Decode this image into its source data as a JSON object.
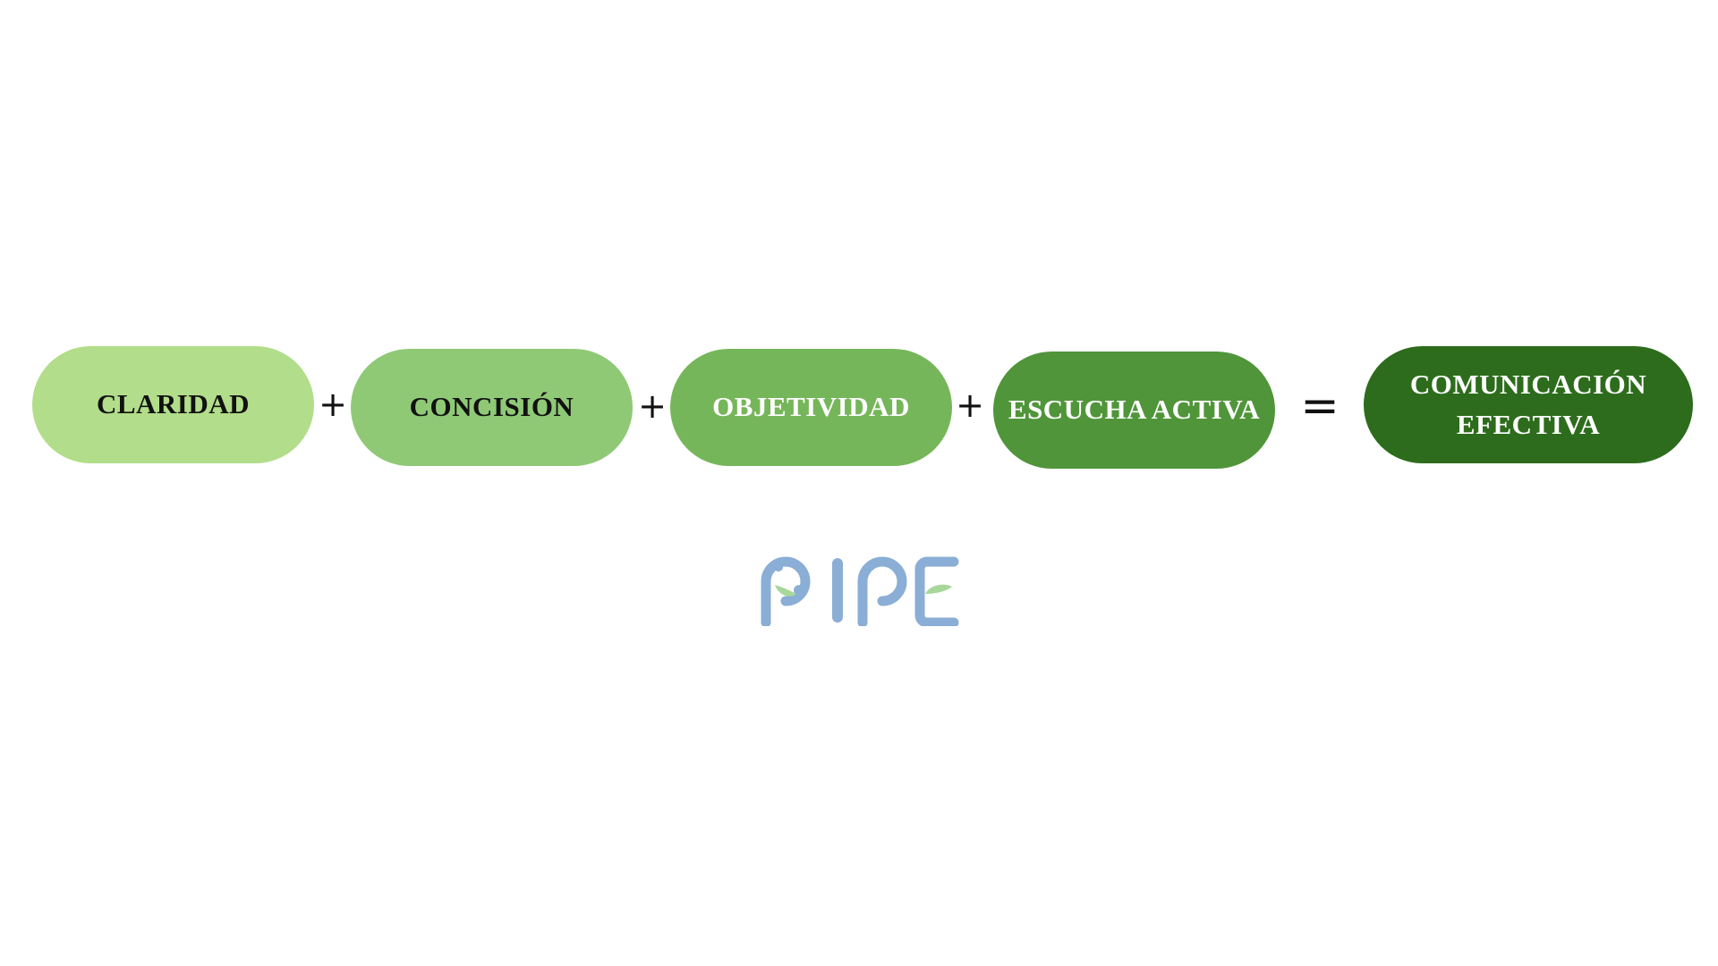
{
  "diagram": {
    "terms": [
      {
        "label": "CLARIDAD",
        "fill": "#b2dd8a",
        "text_color": "#111111"
      },
      {
        "label": "CONCISIÓN",
        "fill": "#8fc976",
        "text_color": "#111111"
      },
      {
        "label": "OBJETIVIDAD",
        "fill": "#76b65a",
        "text_color": "#ffffff"
      },
      {
        "label": "ESCUCHA ACTIVA",
        "fill": "#50953a",
        "text_color": "#ffffff"
      }
    ],
    "operators": [
      "+",
      "+",
      "+"
    ],
    "equals": "=",
    "result": {
      "line1": "COMUNICACIÓN",
      "line2": "EFECTIVA",
      "fill": "#2d6c1c",
      "text_color": "#ffffff"
    }
  },
  "logo": {
    "text": "PIPE",
    "letter_color": "#8aaed5",
    "accent_color": "#a8d79a"
  }
}
